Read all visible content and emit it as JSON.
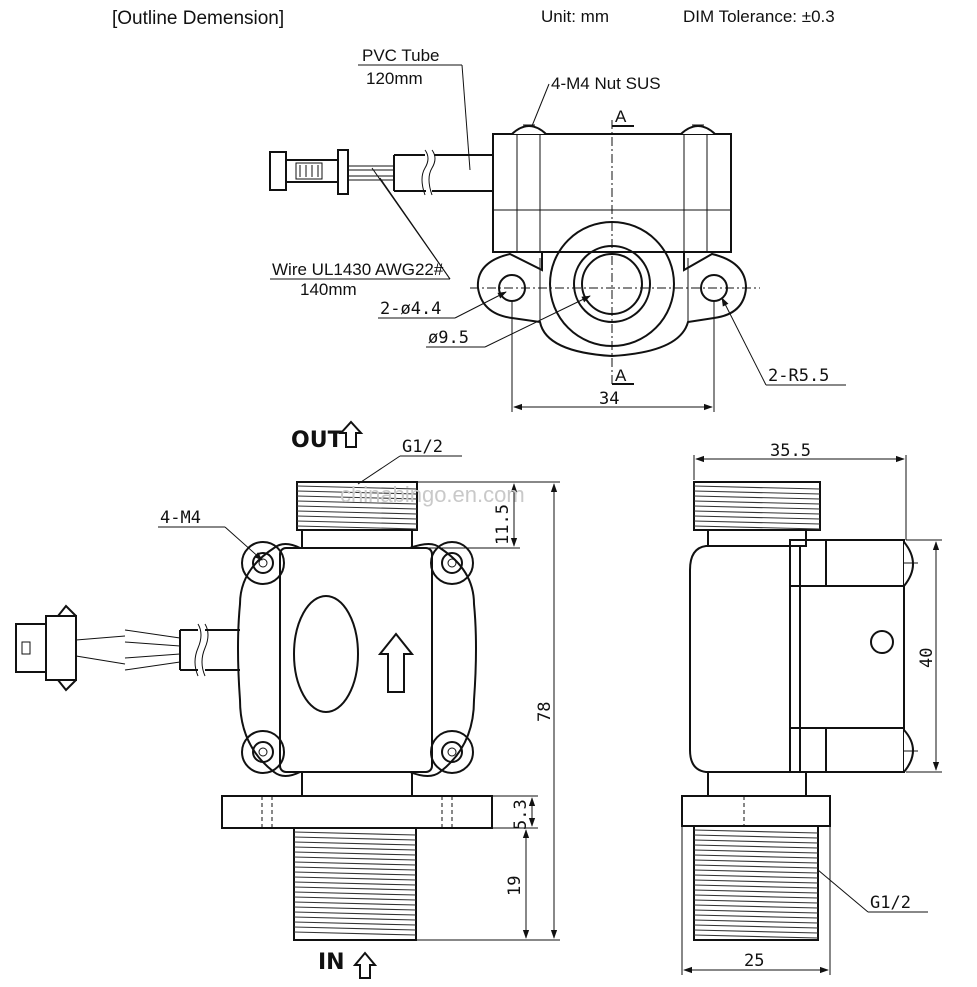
{
  "header": {
    "title": "[Outline Demension]",
    "unit": "Unit:  mm",
    "tolerance": "DIM Tolerance: ±0.3"
  },
  "top_view": {
    "pvc_label": "PVC Tube",
    "pvc_len": "120mm",
    "nut_label": "4-M4 Nut SUS",
    "section_top": "A",
    "section_bottom": "A",
    "wire_label": "Wire UL1430 AWG22#",
    "wire_len": "140mm",
    "hole_dim": "2-ø4.4",
    "bore_dim": "ø9.5",
    "radius_dim": "2-R5.5",
    "width_dim": "34"
  },
  "front_view": {
    "out_label": "OUT",
    "in_label": "IN",
    "thread_top": "G1/2",
    "screw_label": "4-M4",
    "dim_top_thread": "11.5",
    "dim_total": "78",
    "dim_flange": "5.3",
    "dim_bottom_thread": "19"
  },
  "side_view": {
    "dim_width": "35.5",
    "dim_height": "40",
    "thread_bottom": "G1/2",
    "dim_bottom": "25"
  },
  "watermark": "chinabingo.en.com"
}
